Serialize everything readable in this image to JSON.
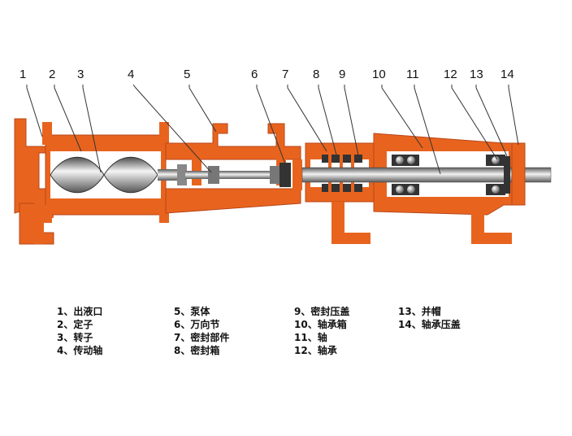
{
  "callouts": [
    "1",
    "2",
    "3",
    "4",
    "5",
    "6",
    "7",
    "8",
    "9",
    "10",
    "11",
    "12",
    "13",
    "14"
  ],
  "legend": [
    [
      "1、出液口",
      "2、定子",
      "3、转子",
      "4、传动轴"
    ],
    [
      "5、泵体",
      "6、万向节",
      "7、密封部件",
      "8、密封箱"
    ],
    [
      "9、密封压盖",
      "10、轴承箱",
      "11、轴",
      "12、轴承"
    ],
    [
      "13、并帽",
      "14、轴承压盖"
    ]
  ],
  "colors": {
    "housing": "#e8641e",
    "housing_dark": "#c8501a",
    "rotor_light": "#e8e8e8",
    "rotor_dark": "#6b6b6b",
    "leader": "#333333"
  }
}
